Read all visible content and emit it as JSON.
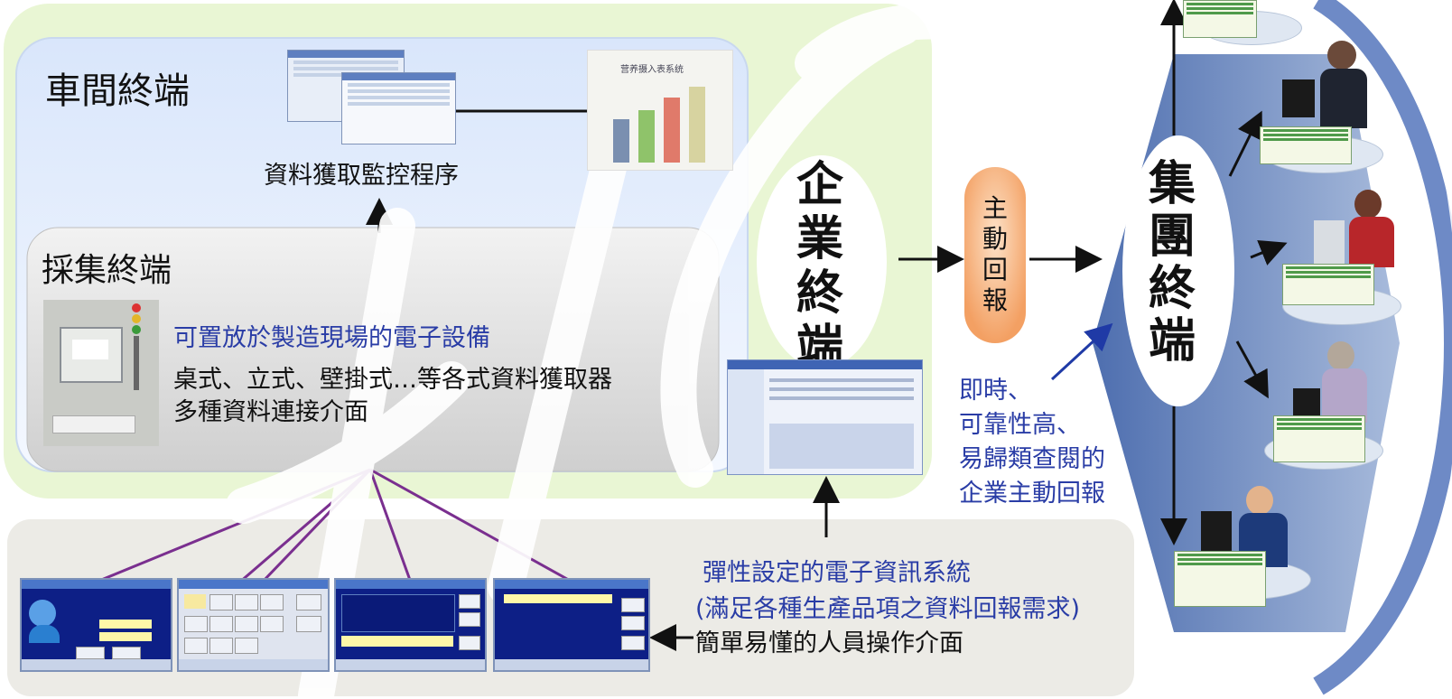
{
  "workshop_terminal": {
    "title": "車間終端"
  },
  "data_acquisition_monitor": {
    "label": "資料獲取監控程序"
  },
  "collection_terminal": {
    "title": "採集終端",
    "line1": "可置放於製造現場的電子設備",
    "line2": "桌式、立式、壁掛式…等各式資料獲取器",
    "line3": "多種資料連接介面"
  },
  "enterprise_terminal": {
    "label": "企業終端"
  },
  "active_report": {
    "label": "主動回報"
  },
  "group_terminal": {
    "label": "集團終端"
  },
  "report_features": {
    "line1": "即時、",
    "line2": "可靠性高、",
    "line3": "易歸類查閱的",
    "line4": "企業主動回報"
  },
  "info_system": {
    "line1": "彈性設定的電子資訊系統",
    "line2": "(滿足各種生產品項之資料回報需求)",
    "line3": "簡單易懂的人員操作介面"
  },
  "chart_thumbnail": {
    "title": "营养摄入表系统"
  },
  "colors": {
    "workshop_bg": "#eaf2ff",
    "collection_bg": "#e4e4e4",
    "outer_green": "#e9f6d4",
    "bottom_bg": "#ecebe6",
    "accent_blue": "#2a3da6",
    "orange_pill": "#f4b27d",
    "hexagon_blue": "#4a6fb0"
  }
}
